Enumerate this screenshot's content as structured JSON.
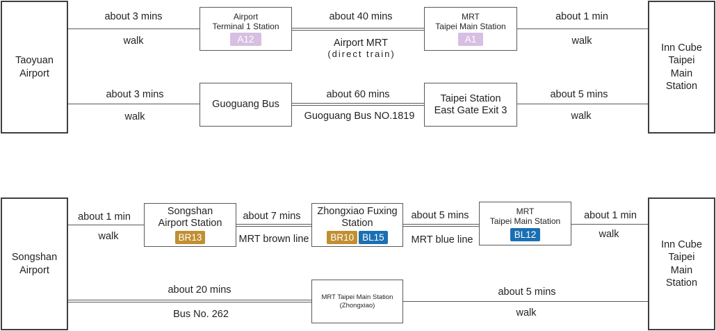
{
  "colors": {
    "purple": "#d6bfe2",
    "brown": "#c18f31",
    "blue": "#1b6fb3",
    "stroke": "#5a5858"
  },
  "route1": {
    "origin": "Taoyuan Airport",
    "destination": "Inn Cube Taipei Main Station",
    "path_a": {
      "walk1_time": "about 3 mins",
      "walk1_mode": "walk",
      "station1_line1": "Airport",
      "station1_line2": "Terminal 1 Station",
      "station1_code": "A12",
      "ride_time": "about 40 mins",
      "ride_mode": "Airport MRT",
      "ride_note": "(direct train)",
      "station2_line1": "MRT",
      "station2_line2": "Taipei Main Station",
      "station2_code": "A1",
      "walk2_time": "about 1 min",
      "walk2_mode": "walk"
    },
    "path_b": {
      "walk1_time": "about 3 mins",
      "walk1_mode": "walk",
      "station1": "Guoguang Bus",
      "ride_time": "about 60 mins",
      "ride_mode": "Guoguang Bus NO.1819",
      "station2_line1": "Taipei Station",
      "station2_line2": "East Gate Exit 3",
      "walk2_time": "about 5 mins",
      "walk2_mode": "walk"
    }
  },
  "route2": {
    "origin": "Songshan Airport",
    "destination": "Inn Cube Taipei Main Station",
    "path_a": {
      "walk1_time": "about 1 min",
      "walk1_mode": "walk",
      "station1_line1": "Songshan",
      "station1_line2": "Airport Station",
      "station1_code": "BR13",
      "ride1_time": "about 7 mins",
      "ride1_mode": "MRT brown line",
      "station2_line1": "Zhongxiao Fuxing",
      "station2_line2": "Station",
      "station2_code1": "BR10",
      "station2_code2": "BL15",
      "ride2_time": "about 5 mins",
      "ride2_mode": "MRT blue line",
      "station3_line1": "MRT",
      "station3_line2": "Taipei Main Station",
      "station3_code": "BL12",
      "walk2_time": "about 1 min",
      "walk2_mode": "walk"
    },
    "path_b": {
      "ride_time": "about 20 mins",
      "ride_mode": "Bus No. 262",
      "station1_line1": "MRT Taipei Main Station",
      "station1_line2": "(Zhongxiao)",
      "walk_time": "about 5 mins",
      "walk_mode": "walk"
    }
  }
}
